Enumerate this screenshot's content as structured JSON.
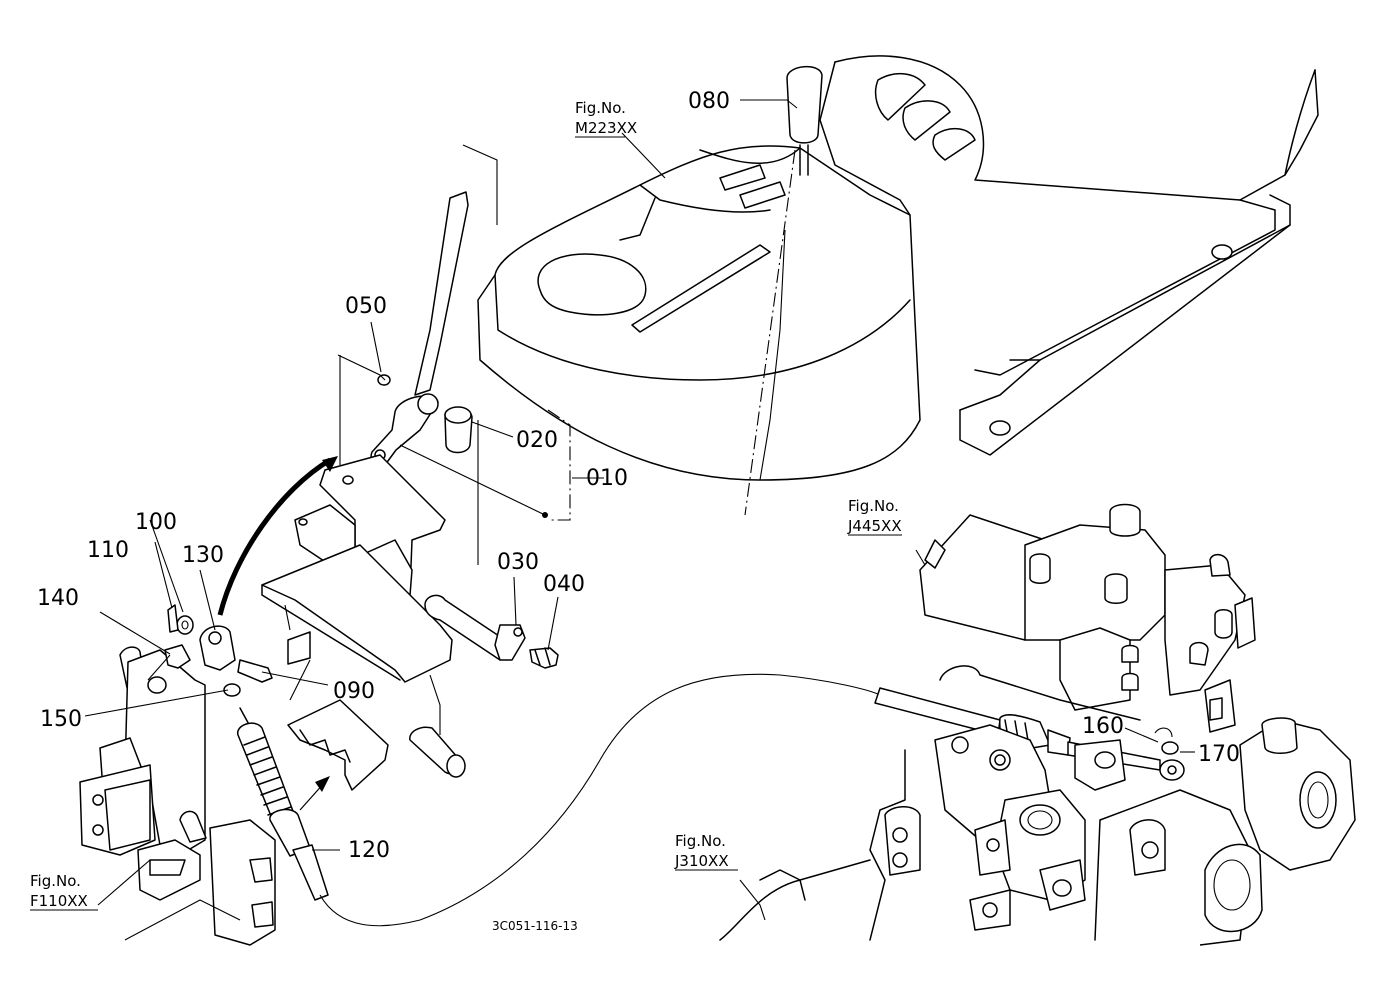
{
  "diagram": {
    "part_labels": [
      {
        "key": "080",
        "text": "080"
      },
      {
        "key": "050",
        "text": "050"
      },
      {
        "key": "020",
        "text": "020"
      },
      {
        "key": "010",
        "text": "010"
      },
      {
        "key": "030",
        "text": "030"
      },
      {
        "key": "040",
        "text": "040"
      },
      {
        "key": "100",
        "text": "100"
      },
      {
        "key": "110",
        "text": "110"
      },
      {
        "key": "130",
        "text": "130"
      },
      {
        "key": "140",
        "text": "140"
      },
      {
        "key": "090",
        "text": "090"
      },
      {
        "key": "150",
        "text": "150"
      },
      {
        "key": "120",
        "text": "120"
      },
      {
        "key": "160",
        "text": "160"
      },
      {
        "key": "170",
        "text": "170"
      }
    ],
    "figure_refs": [
      {
        "key": "m223",
        "line1": "Fig.No.",
        "line2": "M223XX"
      },
      {
        "key": "j445",
        "line1": "Fig.No.",
        "line2": "J445XX"
      },
      {
        "key": "j310",
        "line1": "Fig.No.",
        "line2": "J310XX"
      },
      {
        "key": "f110",
        "line1": "Fig.No.",
        "line2": "F110XX"
      }
    ],
    "drawing_code": "3C051-116-13"
  }
}
